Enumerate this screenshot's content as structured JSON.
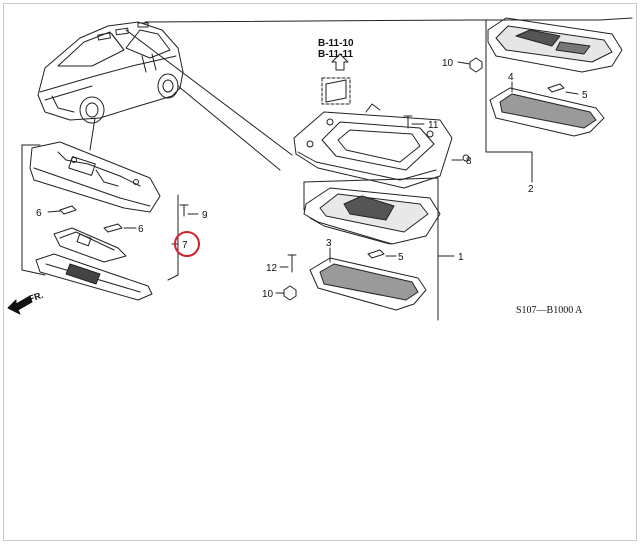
{
  "diagram": {
    "reference_top": "B-11-10",
    "reference_bottom": "B-11-11",
    "diagram_code": "S107—B1000 A",
    "direction_label": "FR.",
    "highlight_color": "#d4202a",
    "callouts": {
      "c1": "1",
      "c2": "2",
      "c3": "3",
      "c4": "4",
      "c5a": "5",
      "c5b": "5",
      "c6a": "6",
      "c6b": "6",
      "c7": "7",
      "c8": "8",
      "c9": "9",
      "c10a": "10",
      "c10b": "10",
      "c11": "11",
      "c12": "12"
    }
  }
}
